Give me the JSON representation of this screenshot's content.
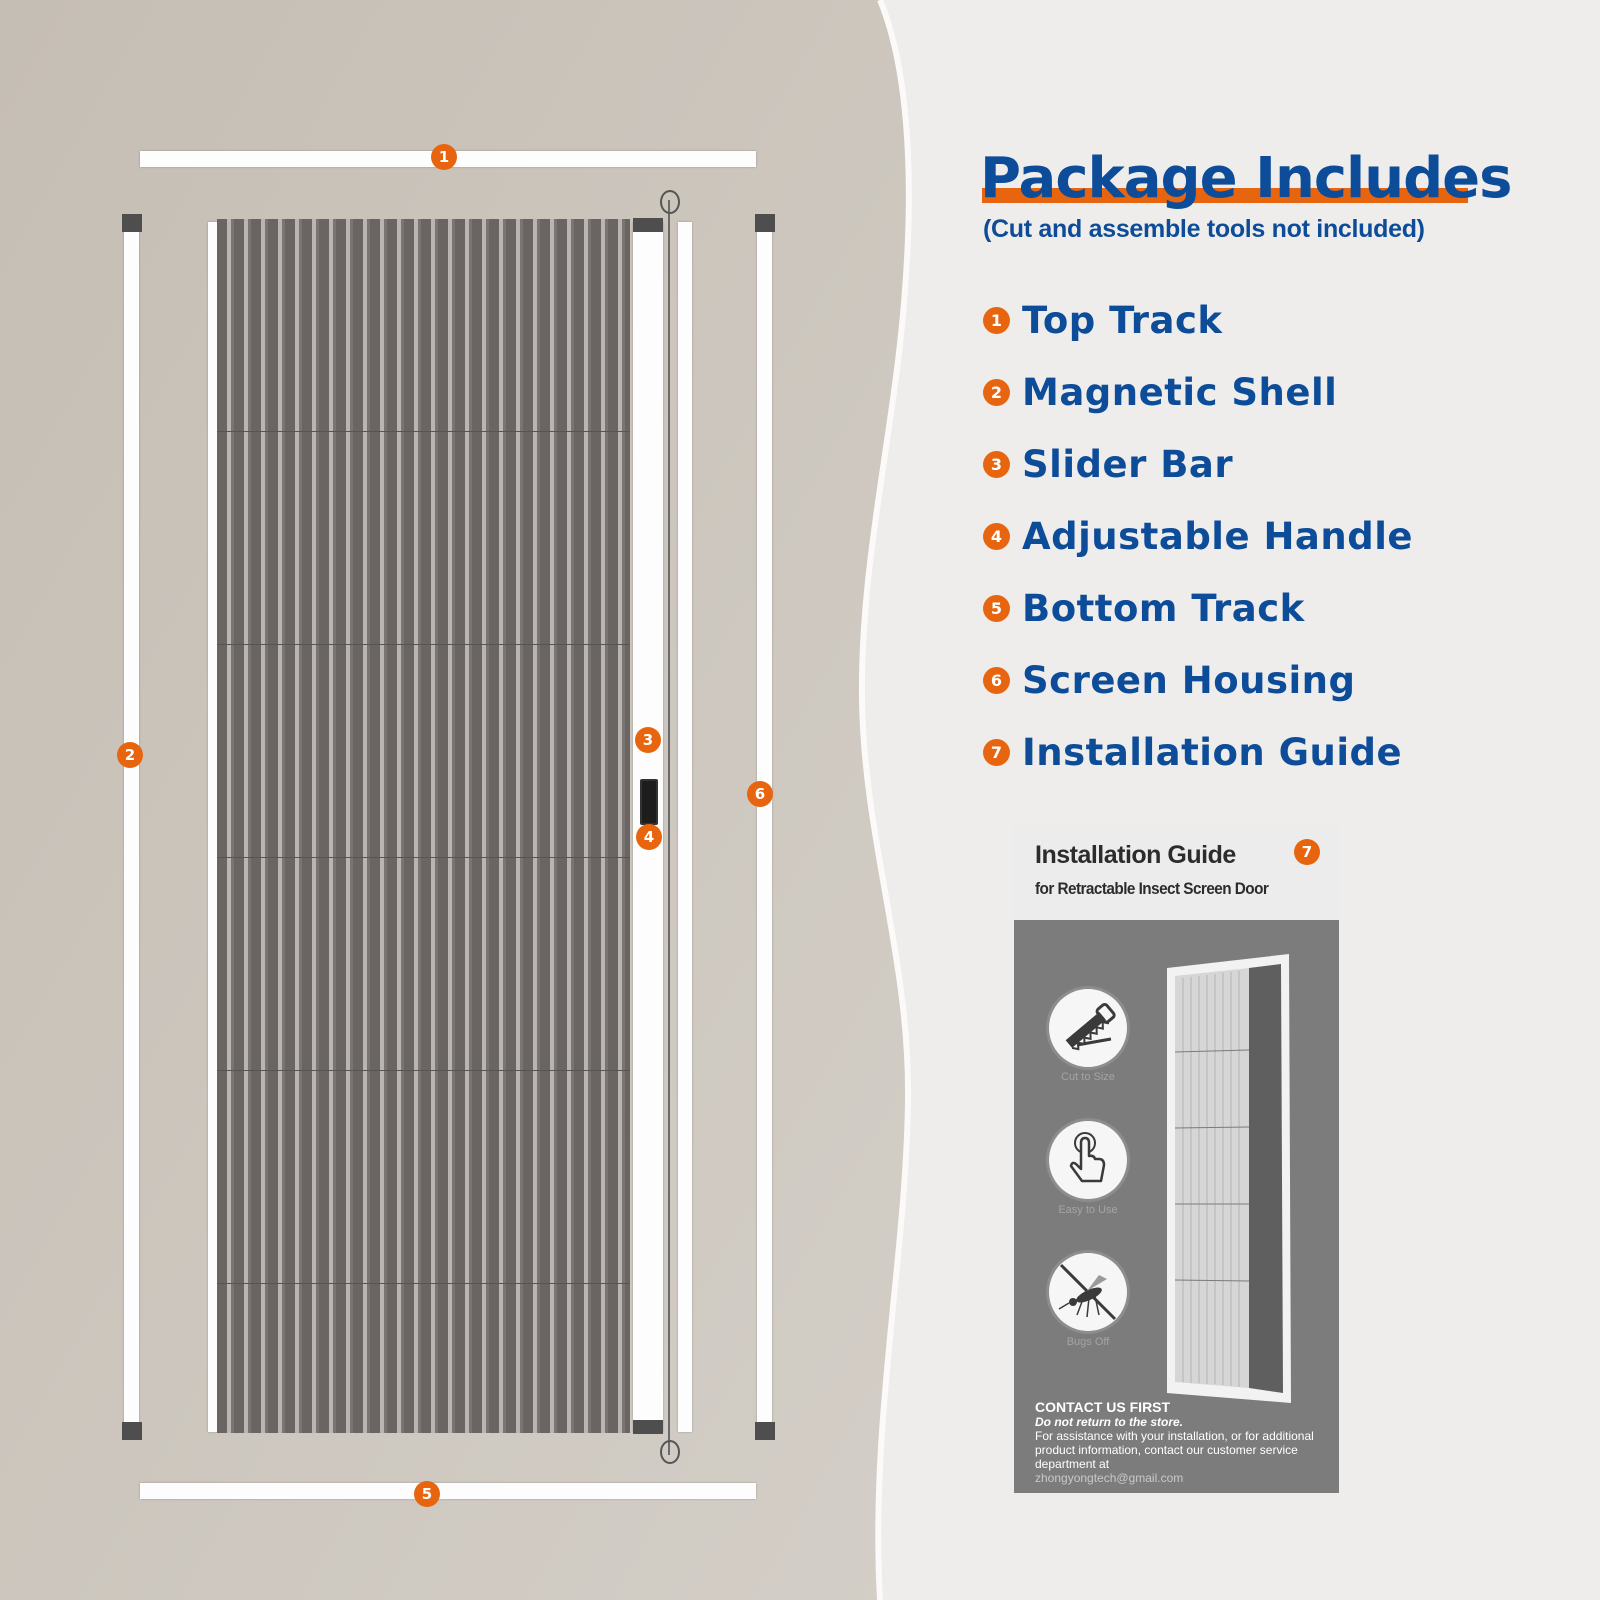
{
  "heading": {
    "title": "Package Includes",
    "subtitle": "(Cut and assemble tools not included)"
  },
  "items": [
    {
      "num": "1",
      "label": "Top Track"
    },
    {
      "num": "2",
      "label": "Magnetic Shell"
    },
    {
      "num": "3",
      "label": "Slider Bar"
    },
    {
      "num": "4",
      "label": "Adjustable Handle"
    },
    {
      "num": "5",
      "label": "Bottom Track"
    },
    {
      "num": "6",
      "label": "Screen Housing"
    },
    {
      "num": "7",
      "label": "Installation Guide"
    }
  ],
  "diagram_markers": [
    "1",
    "2",
    "3",
    "4",
    "5",
    "6"
  ],
  "guide": {
    "marker": "7",
    "title": "Installation Guide",
    "subtitle": "for Retractable Insect Screen Door",
    "features": [
      "Cut to Size",
      "Easy to Use",
      "Bugs Off"
    ],
    "contact_heading": "CONTACT US FIRST",
    "contact_note": "Do not return to the store.",
    "contact_text": "For assistance with your installation, or for additional product information, contact our customer service department at",
    "email": "zhongyongtech@gmail.com"
  },
  "colors": {
    "accent": "#e8650f",
    "text_blue": "#0d4c99",
    "left_background": "#c9c3ba",
    "right_background": "#efedeb",
    "guide_gray": "#7c7c7c"
  }
}
